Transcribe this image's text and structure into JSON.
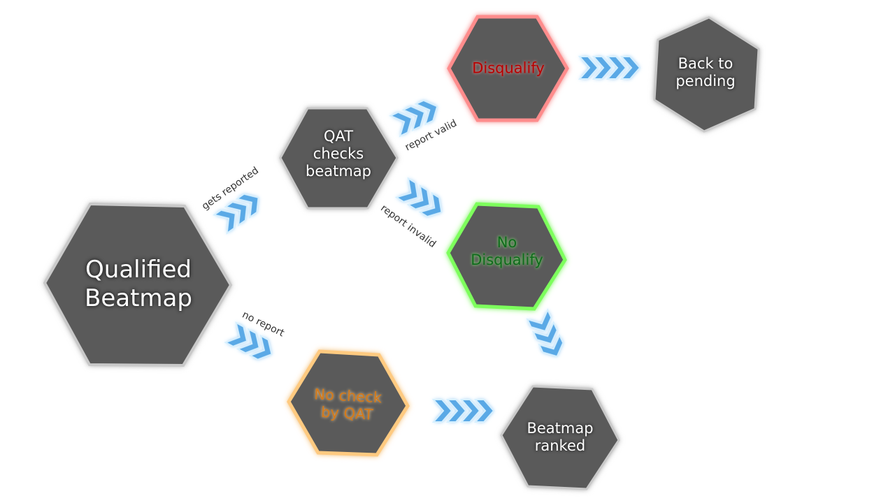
{
  "nodes": [
    {
      "id": "qualified",
      "line1": "Qualified",
      "line2": "Beatmap",
      "text_color": "#ffffff",
      "glow": "#8a8a8a"
    },
    {
      "id": "qat",
      "line1": "QAT",
      "line2": "checks",
      "line3": "beatmap",
      "text_color": "#ffffff",
      "glow": "#8a8a8a"
    },
    {
      "id": "disqualify",
      "line1": "Disqualify",
      "text_color": "#b80000",
      "glow": "#ff7a7a"
    },
    {
      "id": "back",
      "line1": "Back to",
      "line2": "pending",
      "text_color": "#ffffff",
      "glow": "#8a8a8a"
    },
    {
      "id": "nodisq",
      "line1": "No",
      "line2": "Disqualify",
      "text_color": "#0e6b1b",
      "glow": "#6cff4f"
    },
    {
      "id": "nocheck",
      "line1": "No check",
      "line2": "by QAT",
      "text_color": "#d47a1a",
      "glow": "#ffc26a"
    },
    {
      "id": "ranked",
      "line1": "Beatmap",
      "line2": "ranked",
      "text_color": "#ffffff",
      "glow": "#8a8a8a"
    }
  ],
  "edges": {
    "gets_reported": "gets reported",
    "report_valid": "report valid",
    "report_invalid": "report invalid",
    "no_report": "no report"
  },
  "colors": {
    "hex_fill": "#5a5a5a",
    "arrow": "#5aa9e6",
    "arrow_glow": "#bfe6ff",
    "background": "#ffffff"
  }
}
